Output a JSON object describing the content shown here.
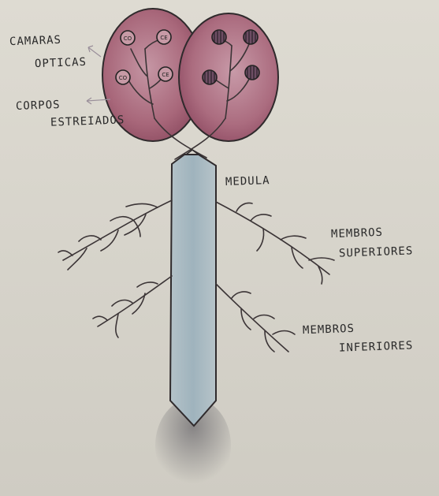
{
  "labels": {
    "camaras_opticas": [
      "CAMARAS",
      "OPTICAS"
    ],
    "corpos_estreiados": [
      "CORPOS",
      "ESTREIADOS"
    ],
    "medula": "MEDULA",
    "membros_superiores": [
      "MEMBROS",
      "SUPERIORES"
    ],
    "membros_inferiores": [
      "MEMBROS",
      "INFERIORES"
    ]
  },
  "circle_marks": {
    "left_hemisphere": [
      "CO",
      "CE",
      "CO",
      "CE"
    ]
  },
  "colors": {
    "paper": "#d9d6cd",
    "hemisphere_fill": "#b07a8a",
    "hemisphere_outline": "#2f2a2c",
    "medulla_fill": "#a9b8c0",
    "ink": "#2a2a2a"
  }
}
